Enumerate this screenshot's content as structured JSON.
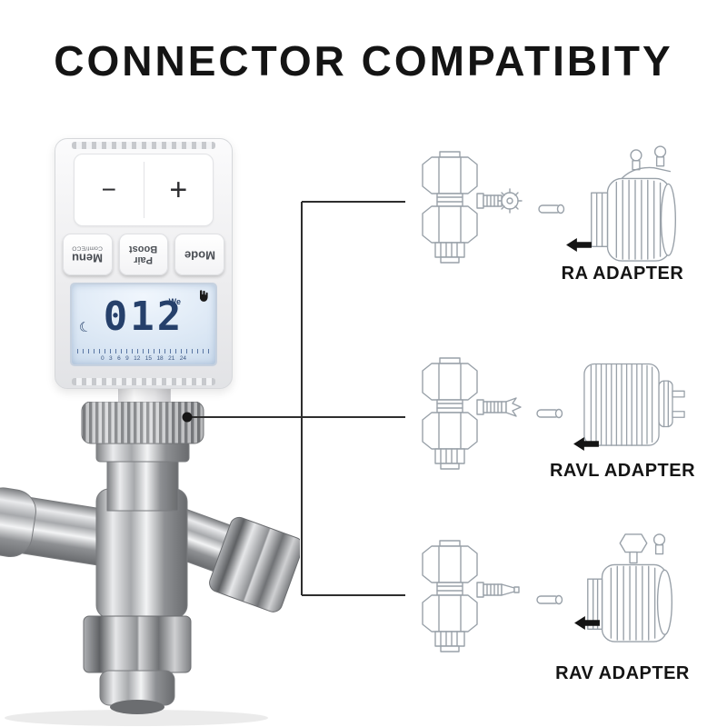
{
  "title": "CONNECTOR COMPATIBITY",
  "device": {
    "minus": "−",
    "plus": "+",
    "buttons": [
      {
        "label": "Menu",
        "sub": "Comf/ECO"
      },
      {
        "label": "Pair",
        "label2": "Boost"
      },
      {
        "label": "Mode"
      }
    ],
    "lcd": {
      "value": "012",
      "day": "We",
      "moon": "☾",
      "scale": "0   3   6   9   12   15   18   21   24"
    }
  },
  "adapters": [
    {
      "label": "RA ADAPTER"
    },
    {
      "label": "RAVL ADAPTER"
    },
    {
      "label": "RAV ADAPTER"
    }
  ],
  "colors": {
    "text": "#141414",
    "line": "#2e2e2e",
    "lcd_bg": "#d8e5f3",
    "lcd_text": "#26406b"
  }
}
